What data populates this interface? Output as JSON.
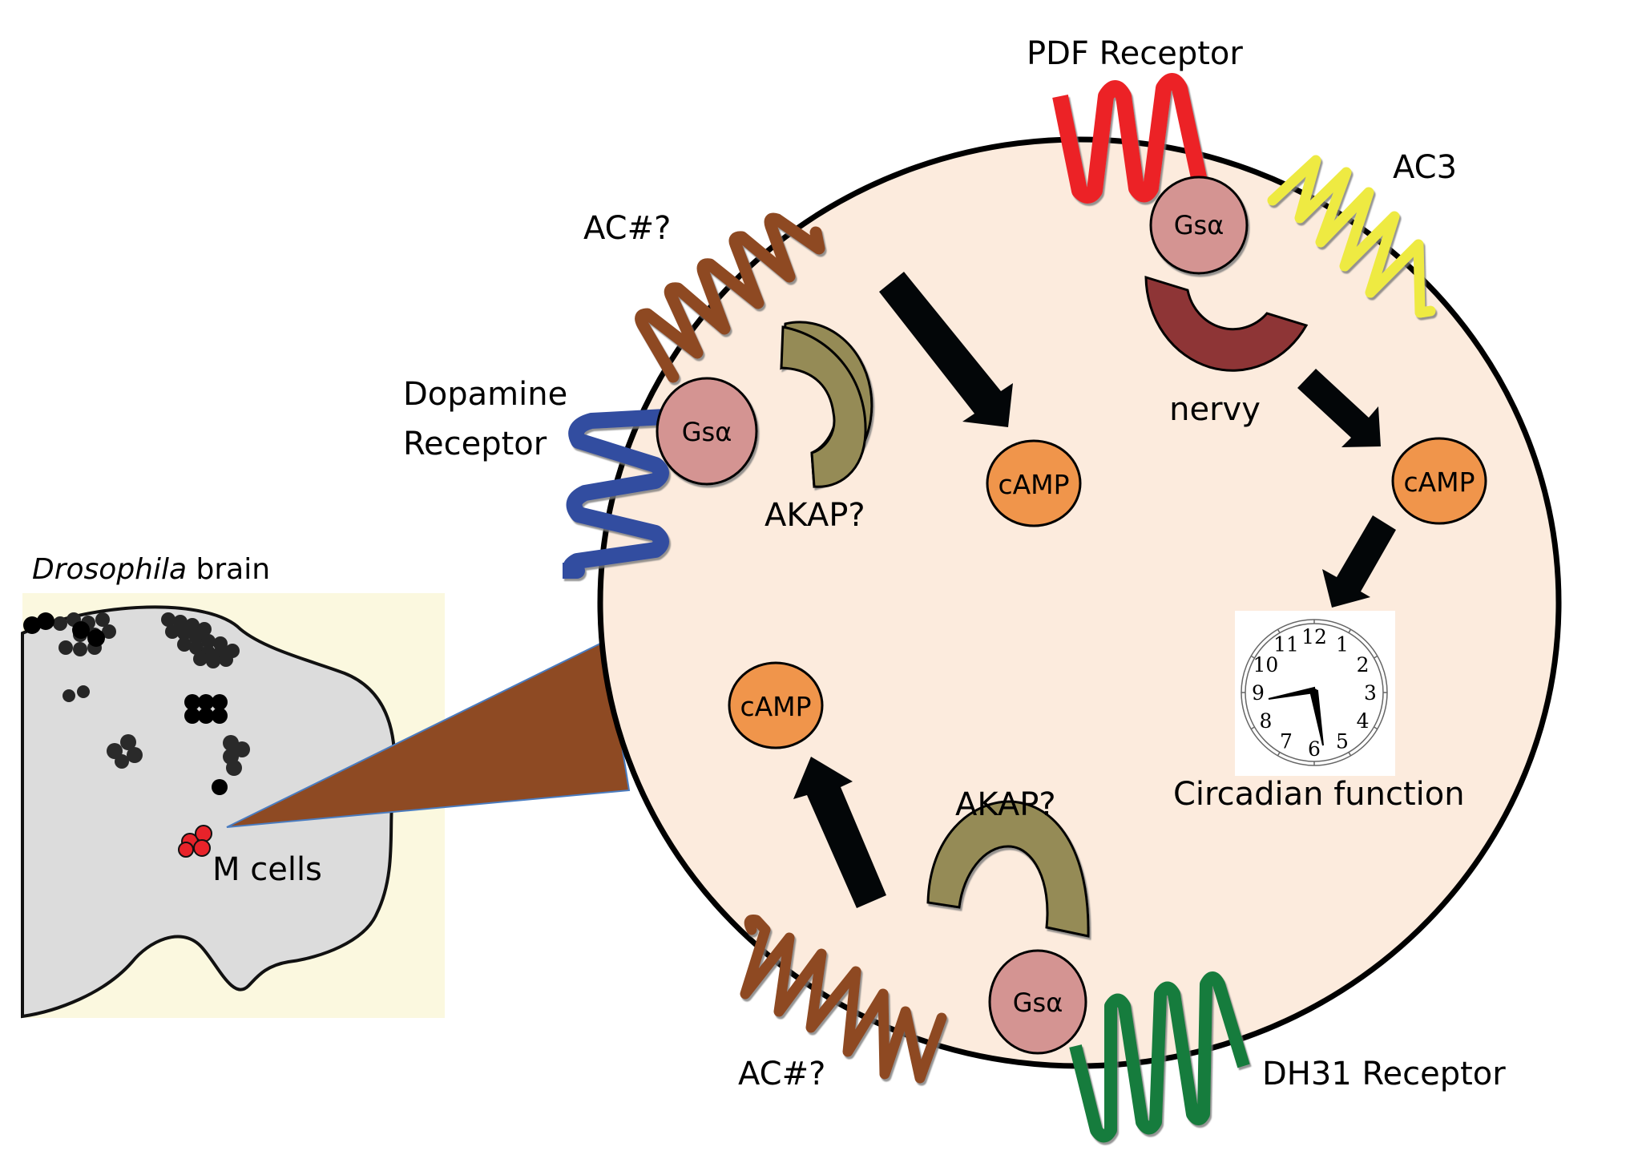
{
  "figure": {
    "type": "signaling-pathway-diagram",
    "subject": "cAMP signaling in Drosophila M cells"
  },
  "inset": {
    "title_italic": "Drosophila",
    "title_rest": " brain",
    "cell_group_label": "M cells",
    "colors": {
      "background": "#fbf8df",
      "brain": "#dcdcdc",
      "neurons": "#1e1e1e",
      "m_cells": "#e8232a",
      "zoom_wedge": "#8e4a23"
    }
  },
  "cell": {
    "colors": {
      "cytoplasm": "#fcebdd",
      "membrane": "#000000"
    }
  },
  "receptors": [
    {
      "id": "pdf-receptor",
      "label": "PDF Receptor",
      "color": "#ec2227"
    },
    {
      "id": "dopamine-receptor",
      "label_line1": "Dopamine",
      "label_line2": "Receptor",
      "color": "#334ea0"
    },
    {
      "id": "dh31-receptor",
      "label": "DH31 Receptor",
      "color": "#157c3c"
    }
  ],
  "cyclases": [
    {
      "id": "ac3",
      "label": "AC3",
      "color": "#eeea42"
    },
    {
      "id": "ac-unknown-top",
      "label": "AC#?",
      "color": "#8e4a23"
    },
    {
      "id": "ac-unknown-bottom",
      "label": "AC#?",
      "color": "#8e4a23"
    }
  ],
  "g_proteins": [
    {
      "id": "gsa-top",
      "label": "Gsα",
      "color": "#d49492"
    },
    {
      "id": "gsa-left",
      "label": "Gsα",
      "color": "#d49492"
    },
    {
      "id": "gsa-bottom",
      "label": "Gsα",
      "color": "#d49492"
    }
  ],
  "scaffolds": [
    {
      "id": "nervy",
      "label": "nervy",
      "color": "#8e3536"
    },
    {
      "id": "akap-top",
      "label": "AKAP?",
      "color": "#958b56"
    },
    {
      "id": "akap-bottom",
      "label": "AKAP?",
      "color": "#958b56"
    }
  ],
  "messengers": [
    {
      "id": "camp-middle",
      "label": "cAMP",
      "color": "#f0954b"
    },
    {
      "id": "camp-right",
      "label": "cAMP",
      "color": "#f0954b"
    },
    {
      "id": "camp-left",
      "label": "cAMP",
      "color": "#f0954b"
    }
  ],
  "output": {
    "label": "Circadian function",
    "clock_numbers": [
      "12",
      "1",
      "2",
      "3",
      "4",
      "5",
      "6",
      "7",
      "8",
      "9",
      "10",
      "11"
    ],
    "clock_time": "8:29"
  },
  "arrows": [
    {
      "from": "ac-unknown-top",
      "to": "camp-middle"
    },
    {
      "from": "nervy",
      "to": "camp-right"
    },
    {
      "from": "camp-right",
      "to": "circadian-function"
    },
    {
      "from": "ac-unknown-bottom",
      "to": "camp-left"
    }
  ]
}
